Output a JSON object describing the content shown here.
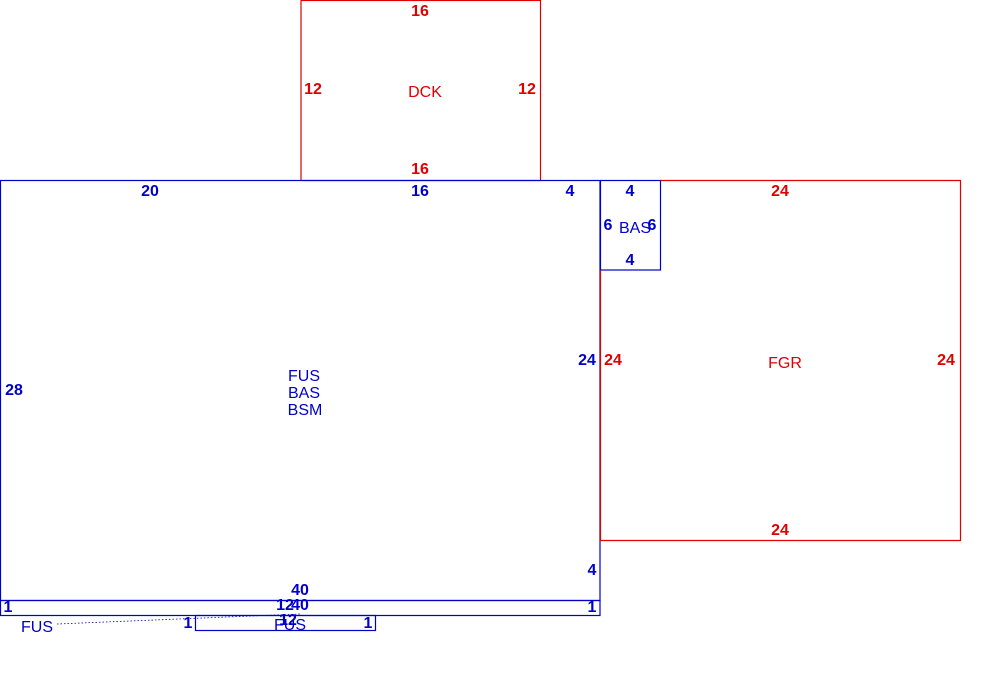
{
  "colors": {
    "blue": "#0000c8",
    "red": "#e00000"
  },
  "areas": {
    "dck": {
      "label": "DCK",
      "top": "16",
      "left": "12",
      "right": "12",
      "bottom": "16"
    },
    "main": {
      "labels": [
        "FUS",
        "BAS",
        "BSM"
      ],
      "top_a": "20",
      "top_b": "16",
      "top_c": "4",
      "left": "28",
      "right_top": "24",
      "right_bottom": "4",
      "bottom": "40"
    },
    "bas_small": {
      "label": "BAS",
      "top": "4",
      "left": "6",
      "right": "6",
      "bottom": "4"
    },
    "fgr": {
      "label": "FGR",
      "top": "24",
      "left": "24",
      "right": "24",
      "bottom": "24"
    },
    "strip": {
      "top": "40",
      "left": "1",
      "right": "1",
      "overlap": "12"
    },
    "fus_small": {
      "label": "FUS",
      "left": "1",
      "right": "1",
      "top": "12"
    },
    "fus_note": {
      "label": "FUS"
    }
  }
}
